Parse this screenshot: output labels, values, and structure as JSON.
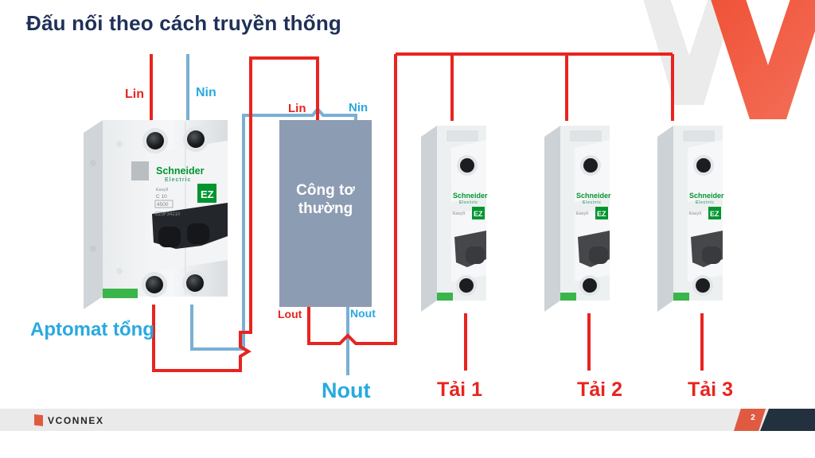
{
  "slide": {
    "title": "Đấu nối theo cách truyền thống",
    "page_number": "2",
    "background": "#ffffff",
    "title_color": "#1f3158"
  },
  "colors": {
    "live_wire_red": "#e8241f",
    "neutral_wire_blue": "#7aafd4",
    "label_blue": "#29a9e0",
    "meter_box": "#8c9cb3",
    "brand_red": "#e05a42",
    "brand_navy": "#23313f",
    "footer_bar": "#eaeaea",
    "schneider_green": "#009530"
  },
  "watermark": {
    "gray_chevron": "v-chevron-icon",
    "red_chevron": "v-chevron-icon"
  },
  "main_breaker": {
    "caption": "Aptomat tổng",
    "brand": "Schneider",
    "brand_sub": "Electric",
    "series": "Easy9",
    "rating": "C 10",
    "breaking_capacity": "4500",
    "part_number": "EZ9F34210",
    "ez_badge": "EZ",
    "poles": 2,
    "input_labels": [
      {
        "text": "Lin",
        "color": "#e8241f"
      },
      {
        "text": "Nin",
        "color": "#29a9e0"
      }
    ]
  },
  "meter": {
    "label_line1": "Công tơ",
    "label_line2": "thường",
    "input_labels": [
      {
        "text": "Lin",
        "color": "#e8241f"
      },
      {
        "text": "Nin",
        "color": "#29a9e0"
      }
    ],
    "output_labels": [
      {
        "text": "Lout",
        "color": "#e8241f"
      },
      {
        "text": "Nout",
        "color": "#29a9e0"
      }
    ]
  },
  "neutral_output": {
    "label": "Nout"
  },
  "load_breakers": [
    {
      "caption": "Tải 1",
      "brand": "Schneider",
      "brand_sub": "Electric",
      "series": "Easy9",
      "ez_badge": "EZ"
    },
    {
      "caption": "Tải 2",
      "brand": "Schneider",
      "brand_sub": "Electric",
      "series": "Easy9",
      "ez_badge": "EZ"
    },
    {
      "caption": "Tải 3",
      "brand": "Schneider",
      "brand_sub": "Electric",
      "series": "Easy9",
      "ez_badge": "EZ"
    }
  ],
  "footer": {
    "brand_name": "VCONNEX",
    "brand_mark": "vconnex-logo-icon",
    "page_number": "2"
  }
}
